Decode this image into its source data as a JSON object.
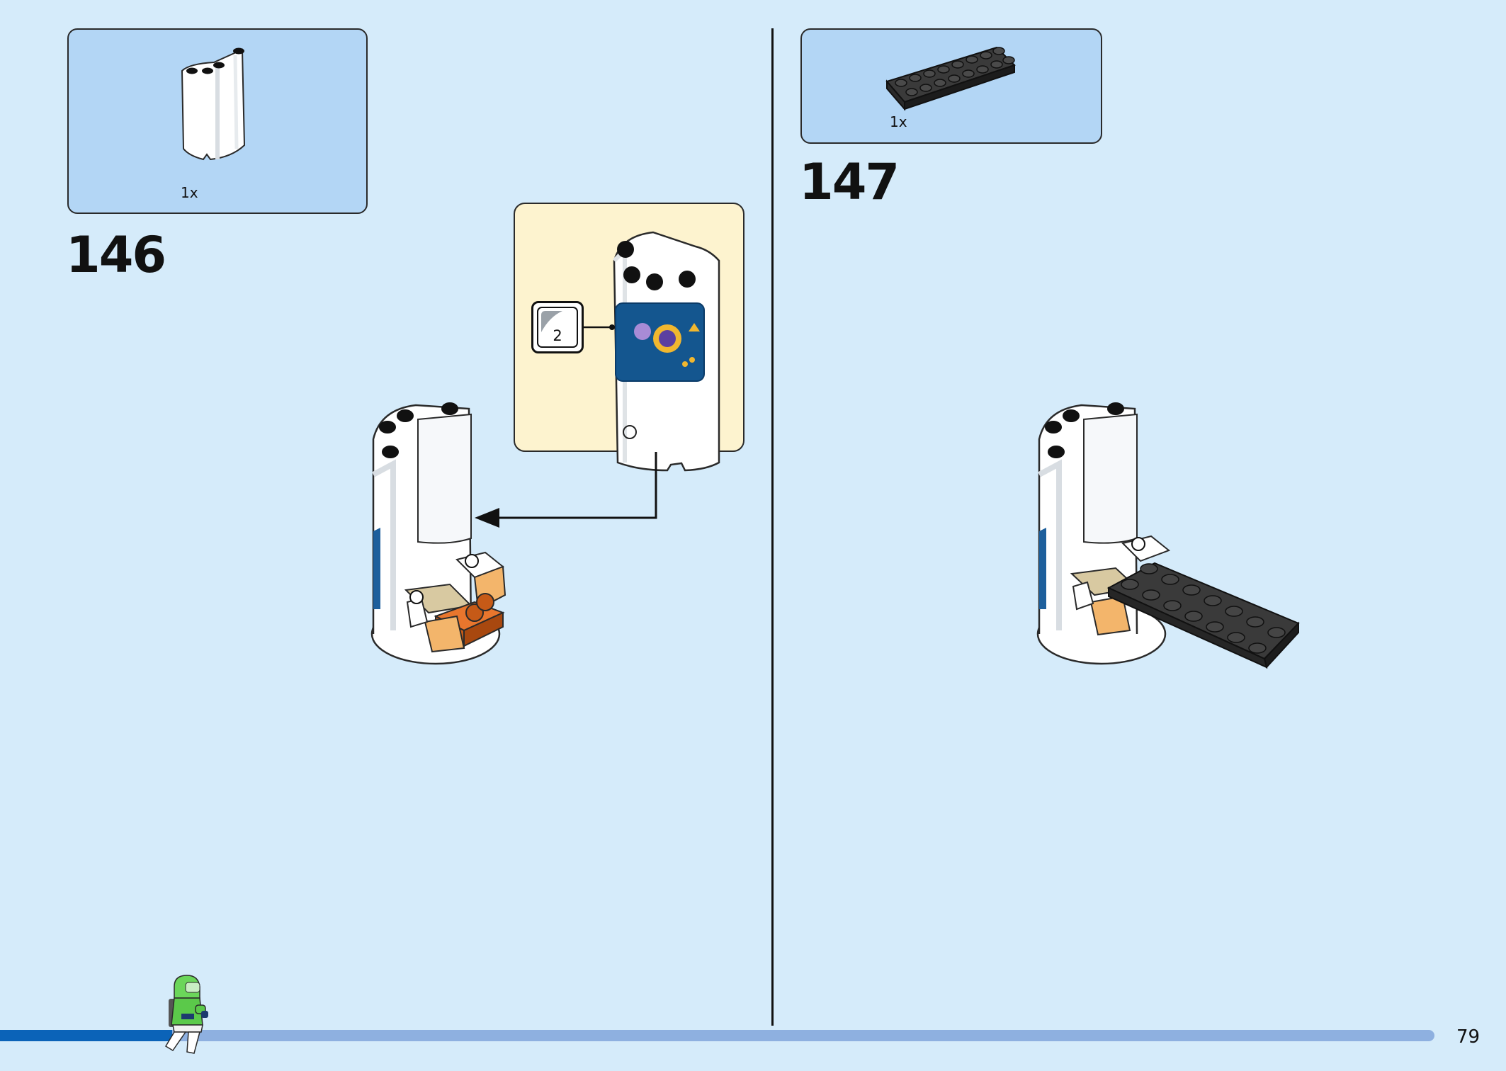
{
  "steps": [
    {
      "number": "146",
      "parts": [
        {
          "name": "white-curved-panel",
          "qty": "1x"
        }
      ]
    },
    {
      "number": "147",
      "parts": [
        {
          "name": "black-plate-2x8",
          "qty": "1x"
        }
      ]
    }
  ],
  "sticker": {
    "count": "2"
  },
  "page": {
    "number": "79",
    "progress": 0.12
  },
  "colors": {
    "background": "#d5ebfa",
    "parts_box": "#b3d6f5",
    "sub_build": "#fdf3cf",
    "progress_fill": "#0b63b8",
    "progress_track": "#8eb0e0"
  },
  "icons": [
    "minifigure-icon",
    "sticker-icon",
    "arrow-icon"
  ]
}
